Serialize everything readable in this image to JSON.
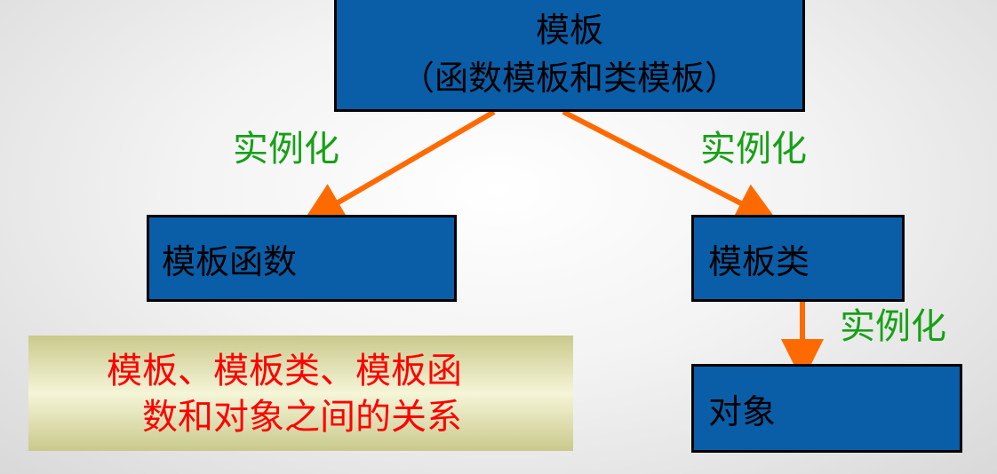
{
  "nodes": {
    "template": {
      "line1": "模板",
      "line2": "（函数模板和类模板）"
    },
    "template_function": {
      "label": "模板函数"
    },
    "template_class": {
      "label": "模板类"
    },
    "object": {
      "label": "对象"
    }
  },
  "edges": [
    {
      "from": "template",
      "to": "template_function",
      "label": "实例化"
    },
    {
      "from": "template",
      "to": "template_class",
      "label": "实例化"
    },
    {
      "from": "template_class",
      "to": "object",
      "label": "实例化"
    }
  ],
  "caption": {
    "line1": "模板、模板类、模板函",
    "line2": "数和对象之间的关系"
  },
  "colors": {
    "box_fill": "#0a5ea8",
    "arrow": "#ff6a00",
    "edge_label": "#17a017",
    "caption_text": "#ff0000"
  }
}
